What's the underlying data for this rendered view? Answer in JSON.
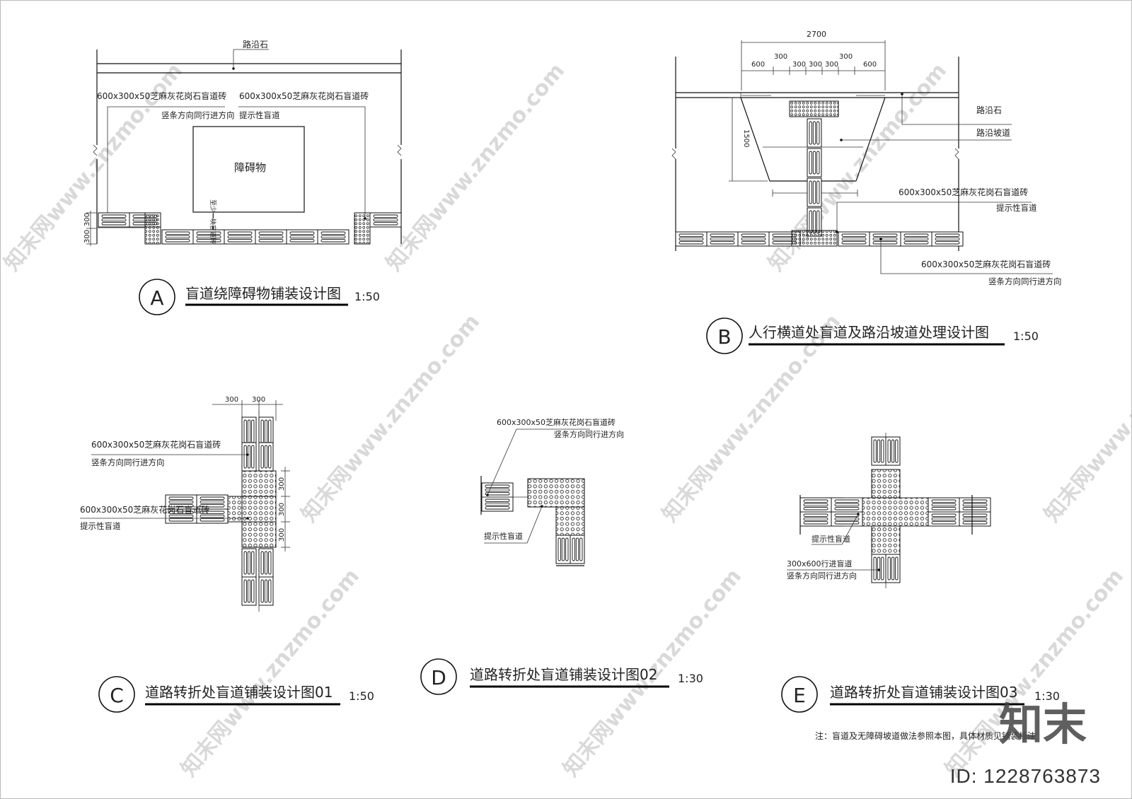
{
  "watermark": {
    "text": "知末网www.znzmo.com"
  },
  "brand": {
    "logo": "知末",
    "id_text": "ID: 1228763873"
  },
  "panel_a": {
    "curb_label": "路沿石",
    "tile_note_1_line1": "600x300x50芝麻灰花岗石盲道砖",
    "tile_note_1_line2": "竖条方向同行进方向",
    "tile_note_2_line1": "600x300x50芝麻灰花岗石盲道砖",
    "tile_note_2_line2": "提示性盲道",
    "obstacle_label": "障碍物",
    "clearance_label": "至少一块盲道砖",
    "dim_1": "300",
    "dim_2": "300",
    "circle": "A",
    "title": "盲道绕障碍物铺装设计图",
    "scale": "1:50"
  },
  "panel_b": {
    "dim_total": "2700",
    "dims_top": [
      "300",
      "300",
      "300",
      "300",
      "300"
    ],
    "dims_bottom": [
      "600",
      "600"
    ],
    "dim_side": "1500",
    "curb_label": "路沿石",
    "ramp_label": "路沿坡道",
    "note_1_line1": "600x300x50芝麻灰花岗石盲道砖",
    "note_1_line2": "提示性盲道",
    "note_2_line1": "600x300x50芝麻灰花岗石盲道砖",
    "note_2_line2": "竖条方向同行进方向",
    "circle": "B",
    "title": "人行横道处盲道及路沿坡道处理设计图",
    "scale": "1:50"
  },
  "panel_c": {
    "dim_a": "300",
    "dim_b": "300",
    "side_dims": [
      "300",
      "300",
      "300"
    ],
    "note_1_line1": "600x300x50芝麻灰花岗石盲道砖",
    "note_1_line2": "竖条方向同行进方向",
    "note_2_line1": "600x300x50芝麻灰花岗石盲道砖",
    "note_2_line2": "提示性盲道",
    "circle": "C",
    "title": "道路转折处盲道铺装设计图01",
    "scale": "1:50"
  },
  "panel_d": {
    "note_1_line1": "600x300x50芝麻灰花岗石盲道砖",
    "note_1_line2": "竖条方向同行进方向",
    "note_2": "提示性盲道",
    "circle": "D",
    "title": "道路转折处盲道铺装设计图02",
    "scale": "1:30"
  },
  "panel_e": {
    "note_1": "提示性盲道",
    "note_2_line1": "300x600行进盲道",
    "note_2_line2": "竖条方向同行进方向",
    "circle": "E",
    "title": "道路转折处盲道铺装设计图03",
    "scale": "1:30"
  },
  "footnote": "注：盲道及无障碍坡道做法参照本图，具体材质见铺装标注"
}
